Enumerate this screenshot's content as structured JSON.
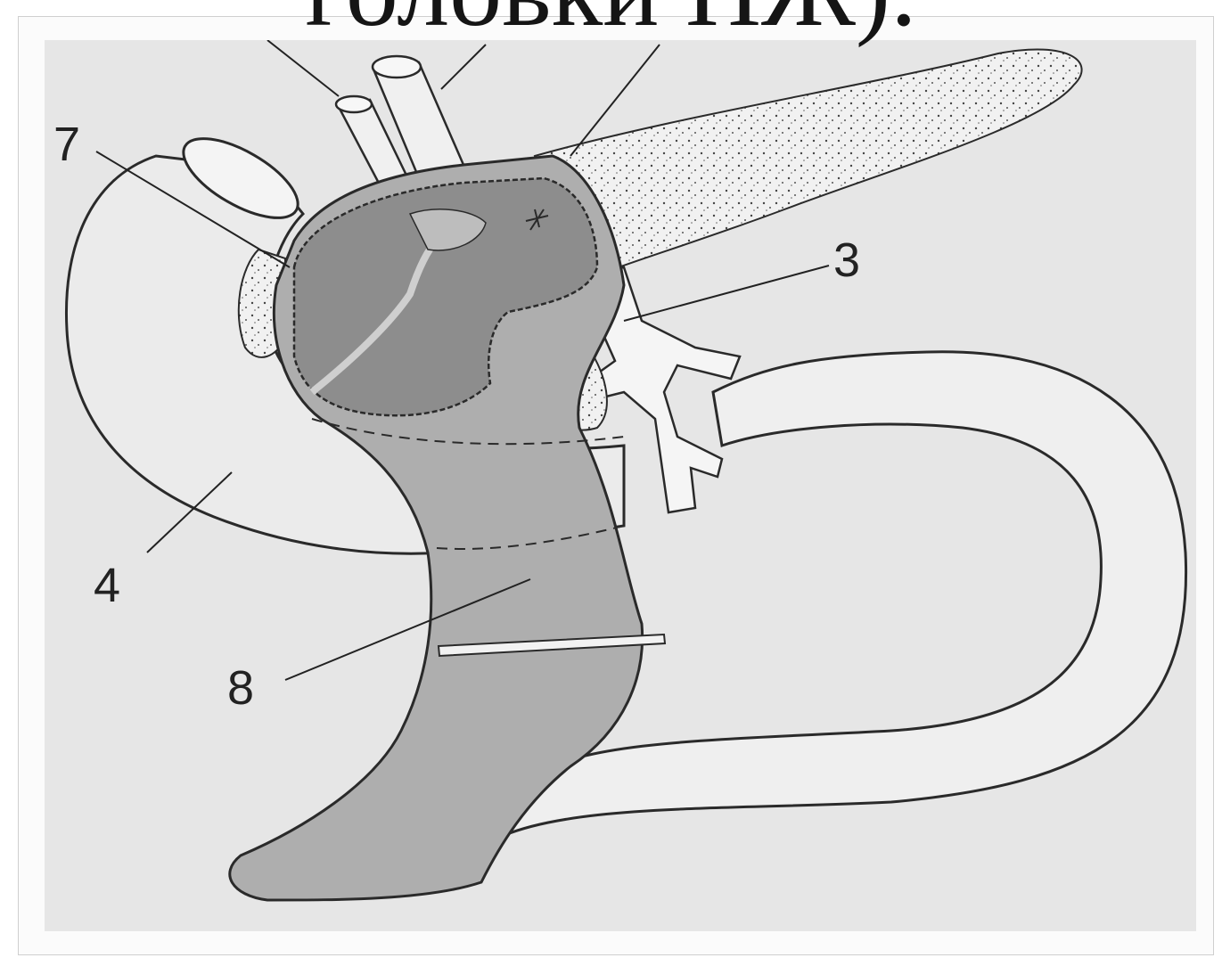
{
  "slide": {
    "title": "головки ПЖ)."
  },
  "figure": {
    "callouts": [
      "7",
      "3",
      "4",
      "8"
    ]
  },
  "colors": {
    "background": "#e6e6e6",
    "stomach": "#aeaeae",
    "cut_surface": "#8d8d8d",
    "outline": "#2a2a2a",
    "intestine": "#efefef"
  }
}
